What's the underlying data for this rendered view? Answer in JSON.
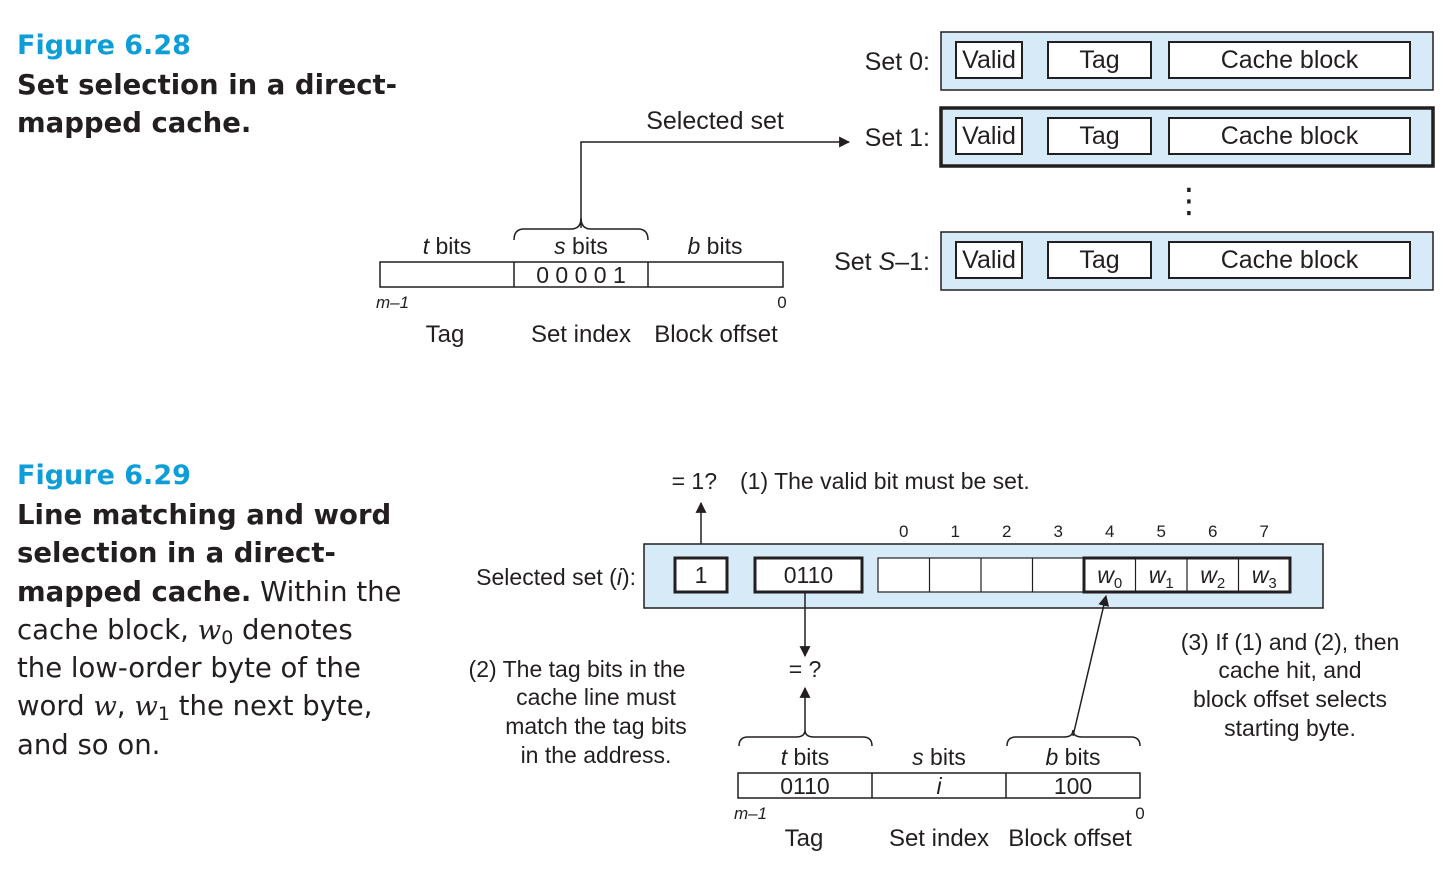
{
  "fig628": {
    "number": "Figure 6.28",
    "caption_line1": "Set selection in a direct-",
    "caption_line2": "mapped cache.",
    "sets": [
      {
        "label": "Set 0:"
      },
      {
        "label": "Set 1:"
      },
      {
        "label_prefix": "Set ",
        "label_var": "S",
        "label_suffix": "–1:"
      }
    ],
    "line_fields": {
      "valid": "Valid",
      "tag": "Tag",
      "block": "Cache block"
    },
    "ellipsis": "⋮",
    "selected_set_label": "Selected set",
    "address": {
      "t_var": "t",
      "s_var": "s",
      "b_var": "b",
      "bits_word": " bits",
      "set_index_value": "0 0 0 0 1",
      "high_index": "m–1",
      "low_index": "0",
      "tag_label": "Tag",
      "set_index_label": "Set index",
      "block_offset_label": "Block offset"
    }
  },
  "fig629": {
    "number": "Figure 6.29",
    "caption_bold": [
      "Line matching and word",
      "selection in a direct-",
      "mapped cache."
    ],
    "caption_rest": {
      "after_bold": " Within the",
      "l4_pre": "cache block, ",
      "l4_var": "w",
      "l4_sub": "0",
      "l4_post": " denotes",
      "l5": "the low-order byte of the",
      "l6_pre": "word ",
      "l6_var1": "w",
      "l6_mid": ", ",
      "l6_var2": "w",
      "l6_sub": "1",
      "l6_post": " the next byte,",
      "l7": "and so on."
    },
    "valid_check": "= 1?",
    "step1": "(1) The valid bit must be set.",
    "selected_set_prefix": "Selected set (",
    "selected_set_var": "i",
    "selected_set_suffix": "):",
    "valid_value": "1",
    "tag_value": "0110",
    "byte_indices": [
      "0",
      "1",
      "2",
      "3",
      "4",
      "5",
      "6",
      "7"
    ],
    "words": [
      {
        "var": "w",
        "sub": "0"
      },
      {
        "var": "w",
        "sub": "1"
      },
      {
        "var": "w",
        "sub": "2"
      },
      {
        "var": "w",
        "sub": "3"
      }
    ],
    "tag_check": "= ?",
    "step2": [
      "(2) The tag bits in the",
      "cache line must",
      "match the tag bits",
      "in the address."
    ],
    "step3": [
      "(3) If (1) and (2), then",
      "cache hit, and",
      "block offset selects",
      "starting byte."
    ],
    "address": {
      "t_var": "t",
      "s_var": "s",
      "b_var": "b",
      "bits_word": " bits",
      "tag_value": "0110",
      "set_index_var": "i",
      "offset_value": "100",
      "high_index": "m–1",
      "low_index": "0",
      "tag_label": "Tag",
      "set_index_label": "Set index",
      "block_offset_label": "Block offset"
    }
  },
  "colors": {
    "accent": "#0d9ed8",
    "set_fill": "#d6ebf7",
    "ink": "#231f20"
  }
}
